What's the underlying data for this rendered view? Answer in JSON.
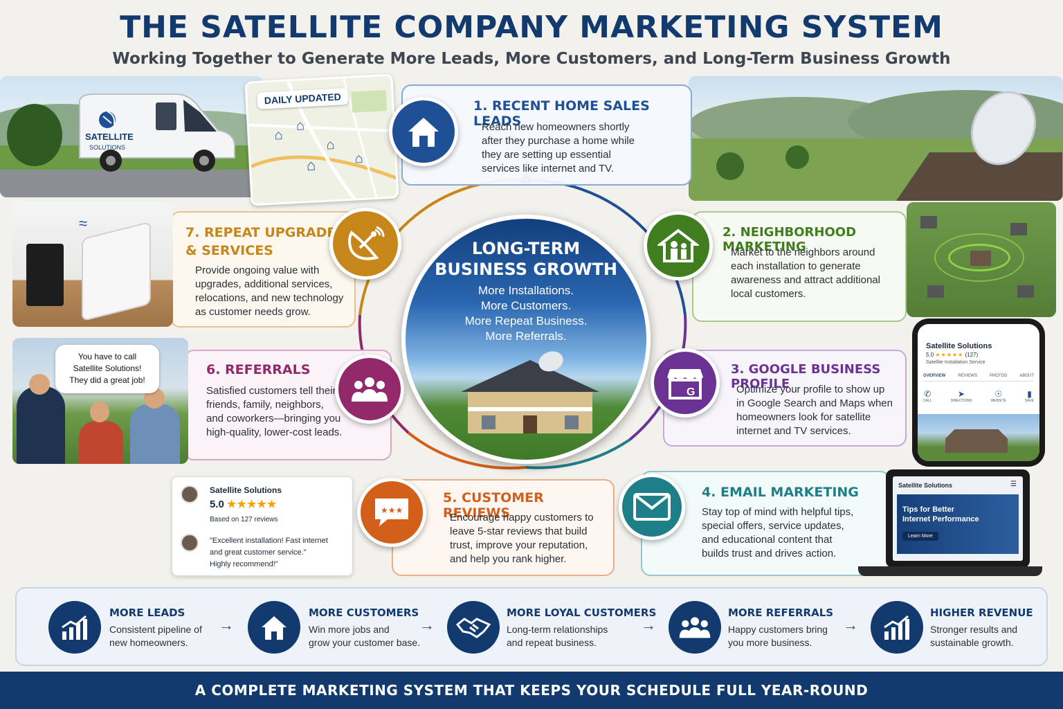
{
  "header": {
    "title": "THE SATELLITE COMPANY MARKETING SYSTEM",
    "subtitle": "Working Together to Generate More Leads, More Customers, and Long-Term Business Growth"
  },
  "van": {
    "brand_line1": "SATELLITE",
    "brand_line2": "SOLUTIONS"
  },
  "map": {
    "badge": "DAILY UPDATED"
  },
  "center": {
    "title_line1": "LONG-TERM",
    "title_line2": "BUSINESS GROWTH",
    "lines": [
      "More Installations.",
      "More Customers.",
      "More Repeat Business.",
      "More Referrals."
    ]
  },
  "steps": [
    {
      "title": "1. RECENT HOME SALES LEADS",
      "body": [
        "Reach new homeowners shortly",
        "after they purchase a home while",
        "they are setting up essential",
        "services like internet and TV."
      ],
      "color": "#1f4f95"
    },
    {
      "title": "2. NEIGHBORHOOD MARKETING",
      "body": [
        "Market to the neighbors around",
        "each installation to generate",
        "awareness and attract additional",
        "local customers."
      ],
      "color": "#3f7d1f"
    },
    {
      "title": "3. GOOGLE BUSINESS PROFILE",
      "body": [
        "Optimize your profile to show up",
        "in Google Search and Maps when",
        "homeowners look for satellite",
        "internet and TV services."
      ],
      "color": "#6a3293"
    },
    {
      "title": "4. EMAIL MARKETING",
      "body": [
        "Stay top of mind with helpful tips,",
        "special offers, service updates,",
        "and educational content that",
        "builds trust and drives action."
      ],
      "color": "#1f7f88"
    },
    {
      "title": "5. CUSTOMER REVIEWS",
      "body": [
        "Encourage happy customers to",
        "leave 5-star reviews that build",
        "trust, improve your reputation,",
        "and help you rank higher."
      ],
      "color": "#d2601a"
    },
    {
      "title": "6. REFERRALS",
      "body": [
        "Satisfied customers tell their",
        "friends, family, neighbors,",
        "and coworkers—bringing you",
        "high-quality, lower-cost leads."
      ],
      "color": "#93286b"
    },
    {
      "title_line1": "7. REPEAT UPGRADES",
      "title_line2": "& SERVICES",
      "body": [
        "Provide ongoing value with",
        "upgrades, additional services,",
        "relocations, and new technology",
        "as customer needs grow."
      ],
      "color": "#c7861a"
    }
  ],
  "referral_bubble": [
    "You have to call",
    "Satellite Solutions!",
    "They did a great job!"
  ],
  "review": {
    "business": "Satellite Solutions",
    "rating": "5.0",
    "stars": "★★★★★",
    "based_on": "Based on 127 reviews",
    "quote": [
      "\"Excellent installation! Fast internet",
      "and great customer service.\"",
      "Highly recommend!\""
    ]
  },
  "phone": {
    "business": "Satellite Solutions",
    "rating": "5.0",
    "stars": "★★★★★",
    "count": "(127)",
    "category": "Satellite Installation Service",
    "tabs": [
      "OVERVIEW",
      "REVIEWS",
      "PHOTOS",
      "ABOUT"
    ],
    "actions": [
      "CALL",
      "DIRECTIONS",
      "WEBSITE",
      "SAVE"
    ]
  },
  "laptop": {
    "business": "Satellite Solutions",
    "headline_line1": "Tips for Better",
    "headline_line2": "Internet Performance",
    "cta": "Learn More"
  },
  "benefits": [
    {
      "title": "MORE LEADS",
      "text": [
        "Consistent pipeline of",
        "new homeowners."
      ],
      "icon": "growth-chart-icon"
    },
    {
      "title": "MORE CUSTOMERS",
      "text": [
        "Win more jobs and",
        "grow your customer base."
      ],
      "icon": "house-icon"
    },
    {
      "title": "MORE LOYAL CUSTOMERS",
      "text": [
        "Long-term relationships",
        "and repeat business."
      ],
      "icon": "handshake-icon"
    },
    {
      "title": "MORE REFERRALS",
      "text": [
        "Happy customers bring",
        "you more business."
      ],
      "icon": "people-icon"
    },
    {
      "title": "HIGHER REVENUE",
      "text": [
        "Stronger results and",
        "sustainable growth."
      ],
      "icon": "growth-chart-icon"
    }
  ],
  "footer": "A COMPLETE MARKETING SYSTEM THAT KEEPS YOUR SCHEDULE FULL YEAR-ROUND",
  "colors": {
    "navy": "#123a6e",
    "background": "#f3f1ec"
  }
}
